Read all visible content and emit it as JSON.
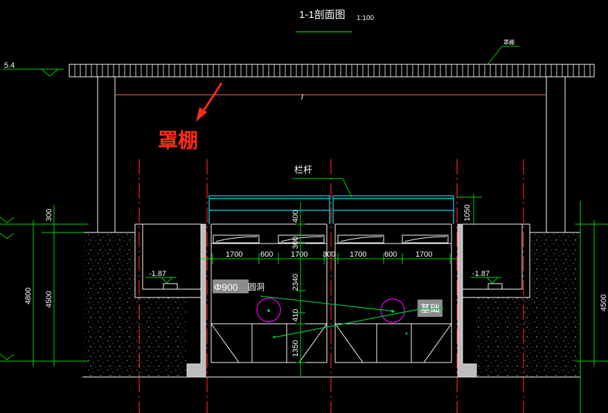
{
  "title": {
    "main": "1-1剖面图",
    "scale": "1:100"
  },
  "canopy": {
    "leader_label": "罩棚",
    "span_symbol": "l",
    "annotation": "罩棚"
  },
  "elevations": {
    "top": "5.4",
    "pit_left": "-1.87",
    "pit_right": "-1.87"
  },
  "railing": {
    "label": "栏杆",
    "height": "1050"
  },
  "dims": {
    "d300_top": "300",
    "d400": "400",
    "d300_mid": "300",
    "d2340": "2340",
    "d410": "410",
    "d1350": "1350",
    "d4800": "4800",
    "d4500_left": "4500",
    "d4500_right": "4500",
    "horizontal": [
      "1700",
      "600",
      "1700",
      "300",
      "1700",
      "600",
      "1700"
    ]
  },
  "labels": {
    "pipe": "Φ900",
    "pipe_suffix": "圆洞",
    "foundation": "基础"
  },
  "colors": {
    "line": "#ffffff",
    "dim": "#00dd00",
    "axis": "#ff2020",
    "railing": "#00e5ff",
    "pipe": "#ff00ff",
    "annotation": "#ff2a1a",
    "leader": "#00cc44"
  }
}
